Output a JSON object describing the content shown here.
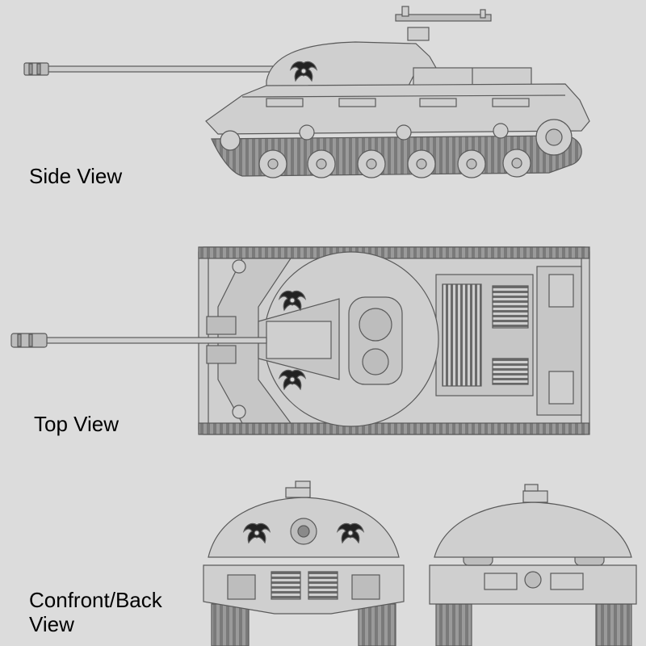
{
  "labels": {
    "side_view": "Side View",
    "top_view": "Top View",
    "front_back_line1": "Confront/Back",
    "front_back_line2": "View"
  },
  "colors": {
    "background": "#dcdcdc",
    "hull": "#cfcfcf",
    "line": "#5a5a5a",
    "track": "#8a8a8a",
    "emblem": "#222222"
  },
  "emblems": [
    "turret-emblem"
  ]
}
